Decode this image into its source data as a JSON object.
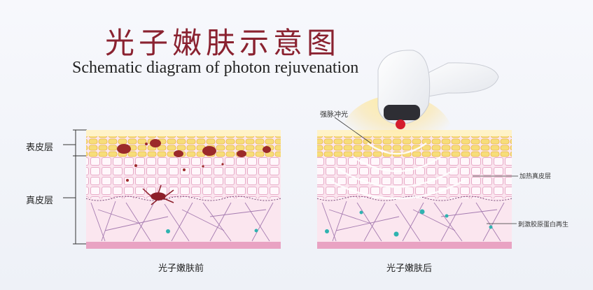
{
  "title_cn": "光子嫩肤示意图",
  "title_en": "Schematic diagram of photon rejuvenation",
  "labels": {
    "epidermis": "表皮层",
    "dermis": "真皮层",
    "pulse_light": "强脉冲光",
    "heat_dermis": "加热真皮层",
    "collagen": "刺激胶原蛋白再生"
  },
  "captions": {
    "before": "光子嫩肤前",
    "after": "光子嫩肤后"
  },
  "colors": {
    "title": "#8a2230",
    "epidermis": "#f2cf6a",
    "dermis": "#f4cddd",
    "base": "#e9a3c3",
    "spot": "#9b2a2a",
    "fiber": "#9a6ea6",
    "cell": "#2fb3b0"
  }
}
